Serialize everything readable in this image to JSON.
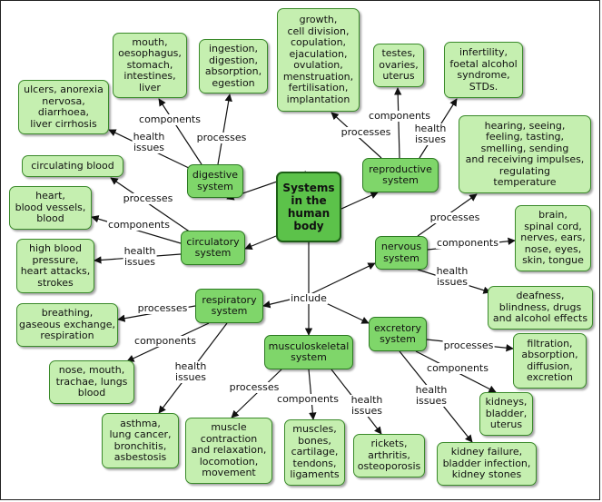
{
  "center": "Systems\nin the\nhuman\nbody",
  "systems": {
    "digestive": "digestive\nsystem",
    "circulatory": "circulatory\nsystem",
    "respiratory": "respiratory\nsystem",
    "musculoskeletal": "musculoskeletal\nsystem",
    "excretory": "excretory\nsystem",
    "nervous": "nervous\nsystem",
    "reproductive": "reproductive\nsystem"
  },
  "leaves": {
    "digestive_components": "mouth,\noesophagus,\nstomach,\nintestines,\nliver",
    "digestive_processes": "ingestion,\ndigestion,\nabsorption,\negestion",
    "digestive_health": "ulcers, anorexia\nnervosa,\ndiarrhoea,\nliver cirrhosis",
    "circulatory_processes": "circulating blood",
    "circulatory_components": "heart,\nblood vessels,\nblood",
    "circulatory_health": "high blood\npressure,\nheart attacks,\nstrokes",
    "respiratory_processes": "breathing,\ngaseous exchange,\nrespiration",
    "respiratory_components": "nose, mouth,\ntrachae, lungs\nblood",
    "respiratory_health": "asthma,\nlung cancer,\nbronchitis,\nasbestosis",
    "musculoskeletal_processes": "muscle\ncontraction\nand relaxation,\nlocomotion,\nmovement",
    "musculoskeletal_components": "muscles,\nbones,\ncartilage,\ntendons,\nligaments",
    "musculoskeletal_health": "rickets,\narthritis,\nosteoporosis",
    "excretory_processes": "filtration,\nabsorption,\ndiffusion,\nexcretion",
    "excretory_components": "kidneys,\nbladder,\nuterus",
    "excretory_health": "kidney failure,\nbladder infection,\nkidney stones",
    "nervous_processes": "hearing, seeing,\nfeeling, tasting,\nsmelling, sending\nand receiving impulses,\nregulating\ntemperature",
    "nervous_components": "brain,\nspinal cord,\nnerves, ears,\nnose, eyes,\nskin, tongue",
    "nervous_health": "deafness,\nblindness, drugs\nand alcohol effects",
    "reproductive_processes": "growth,\ncell division,\ncopulation,\nejaculation,\novulation,\nmenstruation,\nfertilisation,\nimplantation",
    "reproductive_components": "testes,\novaries,\nuterus",
    "reproductive_health": "infertility,\nfoetal alcohol\nsyndrome,\nSTDs."
  },
  "link_labels": {
    "include": "include",
    "processes": "processes",
    "components": "components",
    "health_issues": "health\nissues"
  },
  "colors": {
    "leaf_fill": "#c5efb0",
    "system_fill": "#7fd66a",
    "center_fill": "#5cc24a",
    "line": "#111111"
  }
}
